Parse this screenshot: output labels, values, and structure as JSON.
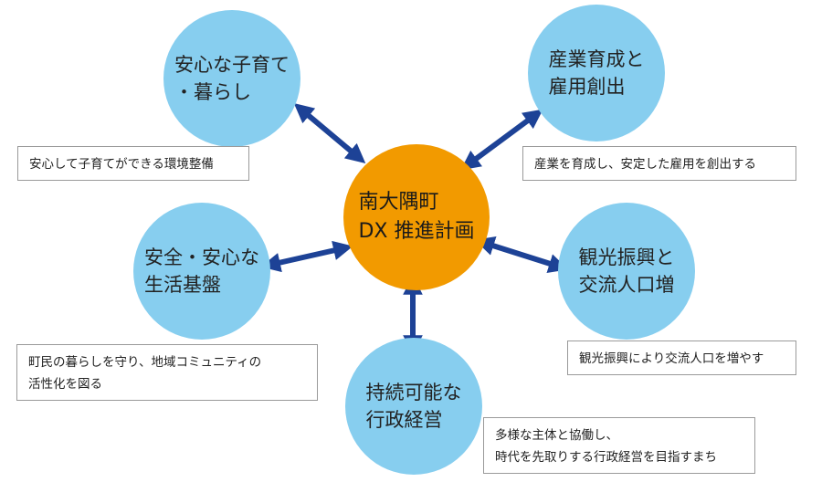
{
  "center": {
    "label": "南大隅町\nDX 推進計画"
  },
  "colors": {
    "outer_circle": "#87ceef",
    "center_circle": "#f29a00",
    "arrow": "#1d4296"
  },
  "pillars": [
    {
      "id": "childcare",
      "label": "安心な子育て\n・暮らし",
      "description": "安心して子育てができる環境整備"
    },
    {
      "id": "industry",
      "label": "産業育成と\n雇用創出",
      "description": "産業を育成し、安定した雇用を創出する"
    },
    {
      "id": "safety",
      "label": "安全・安心な\n生活基盤",
      "description": "町民の暮らしを守り、地域コミュニティの\n活性化を図る"
    },
    {
      "id": "tourism",
      "label": "観光振興と\n交流人口増",
      "description": "観光振興により交流人口を増やす"
    },
    {
      "id": "administration",
      "label": "持続可能な\n行政経営",
      "description": "多様な主体と協働し、\n時代を先取りする行政経営を目指すまち"
    }
  ]
}
